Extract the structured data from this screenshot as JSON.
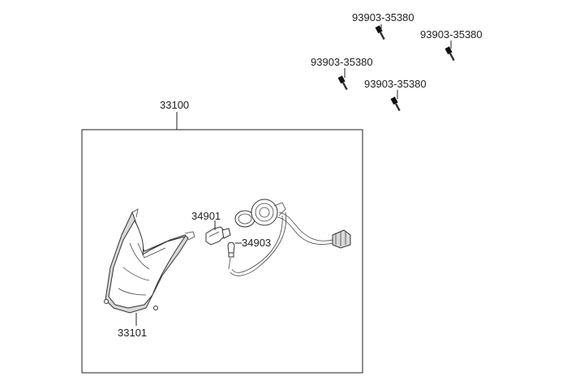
{
  "parts": {
    "assembly": "33100",
    "lens": "33101",
    "bulb": "34901",
    "small_bulb": "34903",
    "screw_1": "93903-35380",
    "screw_2": "93903-35380",
    "screw_3": "93903-35380",
    "screw_4": "93903-35380"
  },
  "colors": {
    "ink": "#222222",
    "shade": "#d8d8d8",
    "background": "#ffffff"
  },
  "icons": [
    "screw-icon",
    "headlight-housing-icon",
    "bulb-icon",
    "socket-icon",
    "connector-icon"
  ]
}
